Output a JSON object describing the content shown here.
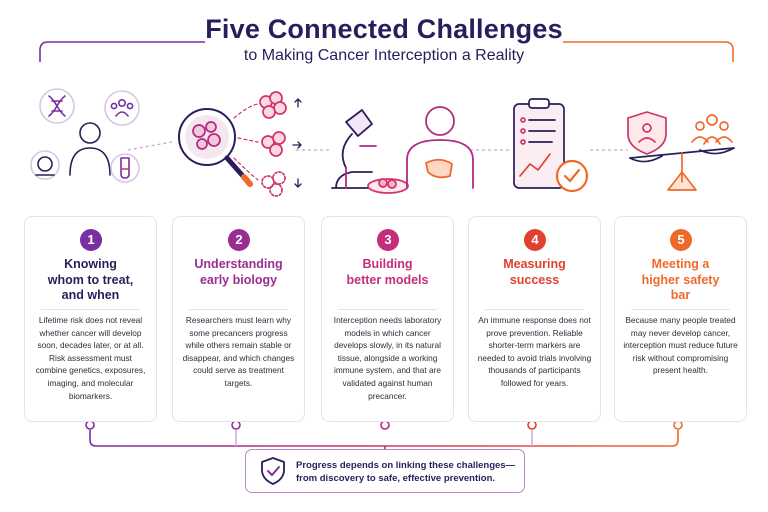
{
  "header": {
    "title": "Five Connected Challenges",
    "subtitle": "to Making Cancer Interception a Reality"
  },
  "colors": {
    "navy": "#2b1d5c",
    "purple": "#7a2fa0",
    "magenta": "#b02b82",
    "pink": "#d2336b",
    "red": "#e0422f",
    "orange": "#ef6a2a"
  },
  "challenges": [
    {
      "number": "1",
      "title": "Knowing whom to treat, and when",
      "body": "Lifetime risk does not reveal whether cancer will develop soon, decades later, or at all. Risk assessment must combine genetics, exposures, imaging, and molecular biomarkers.",
      "icons": [
        "dna-icon",
        "people-group-icon",
        "person-icon",
        "mri-scanner-icon",
        "test-tube-icon"
      ]
    },
    {
      "number": "2",
      "title": "Understanding early biology",
      "body": "Researchers must learn why some precancers progress while others remain stable or disappear, and which changes could serve as treatment targets.",
      "icons": [
        "magnifying-glass-cells-icon",
        "cell-cluster-progress-icon",
        "cell-cluster-stable-icon",
        "cell-cluster-disappear-icon"
      ]
    },
    {
      "number": "3",
      "title": "Building better models",
      "body": "Interception needs laboratory models in which cancer develops slowly, in its natural tissue, alongside a working immune system, and that are validated against human precancer.",
      "icons": [
        "microscope-icon",
        "petri-dish-icon",
        "human-torso-icon"
      ]
    },
    {
      "number": "4",
      "title": "Measuring success",
      "body": "An immune response does not prove prevention. Reliable shorter-term markers are needed to avoid trials involving thousands of participants followed for years.",
      "icons": [
        "clipboard-chart-icon",
        "checkmark-icon"
      ]
    },
    {
      "number": "5",
      "title": "Meeting a higher safety bar",
      "body": "Because many people treated may never develop cancer, interception must reduce future risk without compromising present health.",
      "icons": [
        "shield-person-icon",
        "balance-scale-icon",
        "people-group-icon"
      ]
    }
  ],
  "footer": {
    "text": "Progress depends on linking these challenges— from discovery to safe, effective prevention.",
    "icon": "shield-check-icon"
  }
}
